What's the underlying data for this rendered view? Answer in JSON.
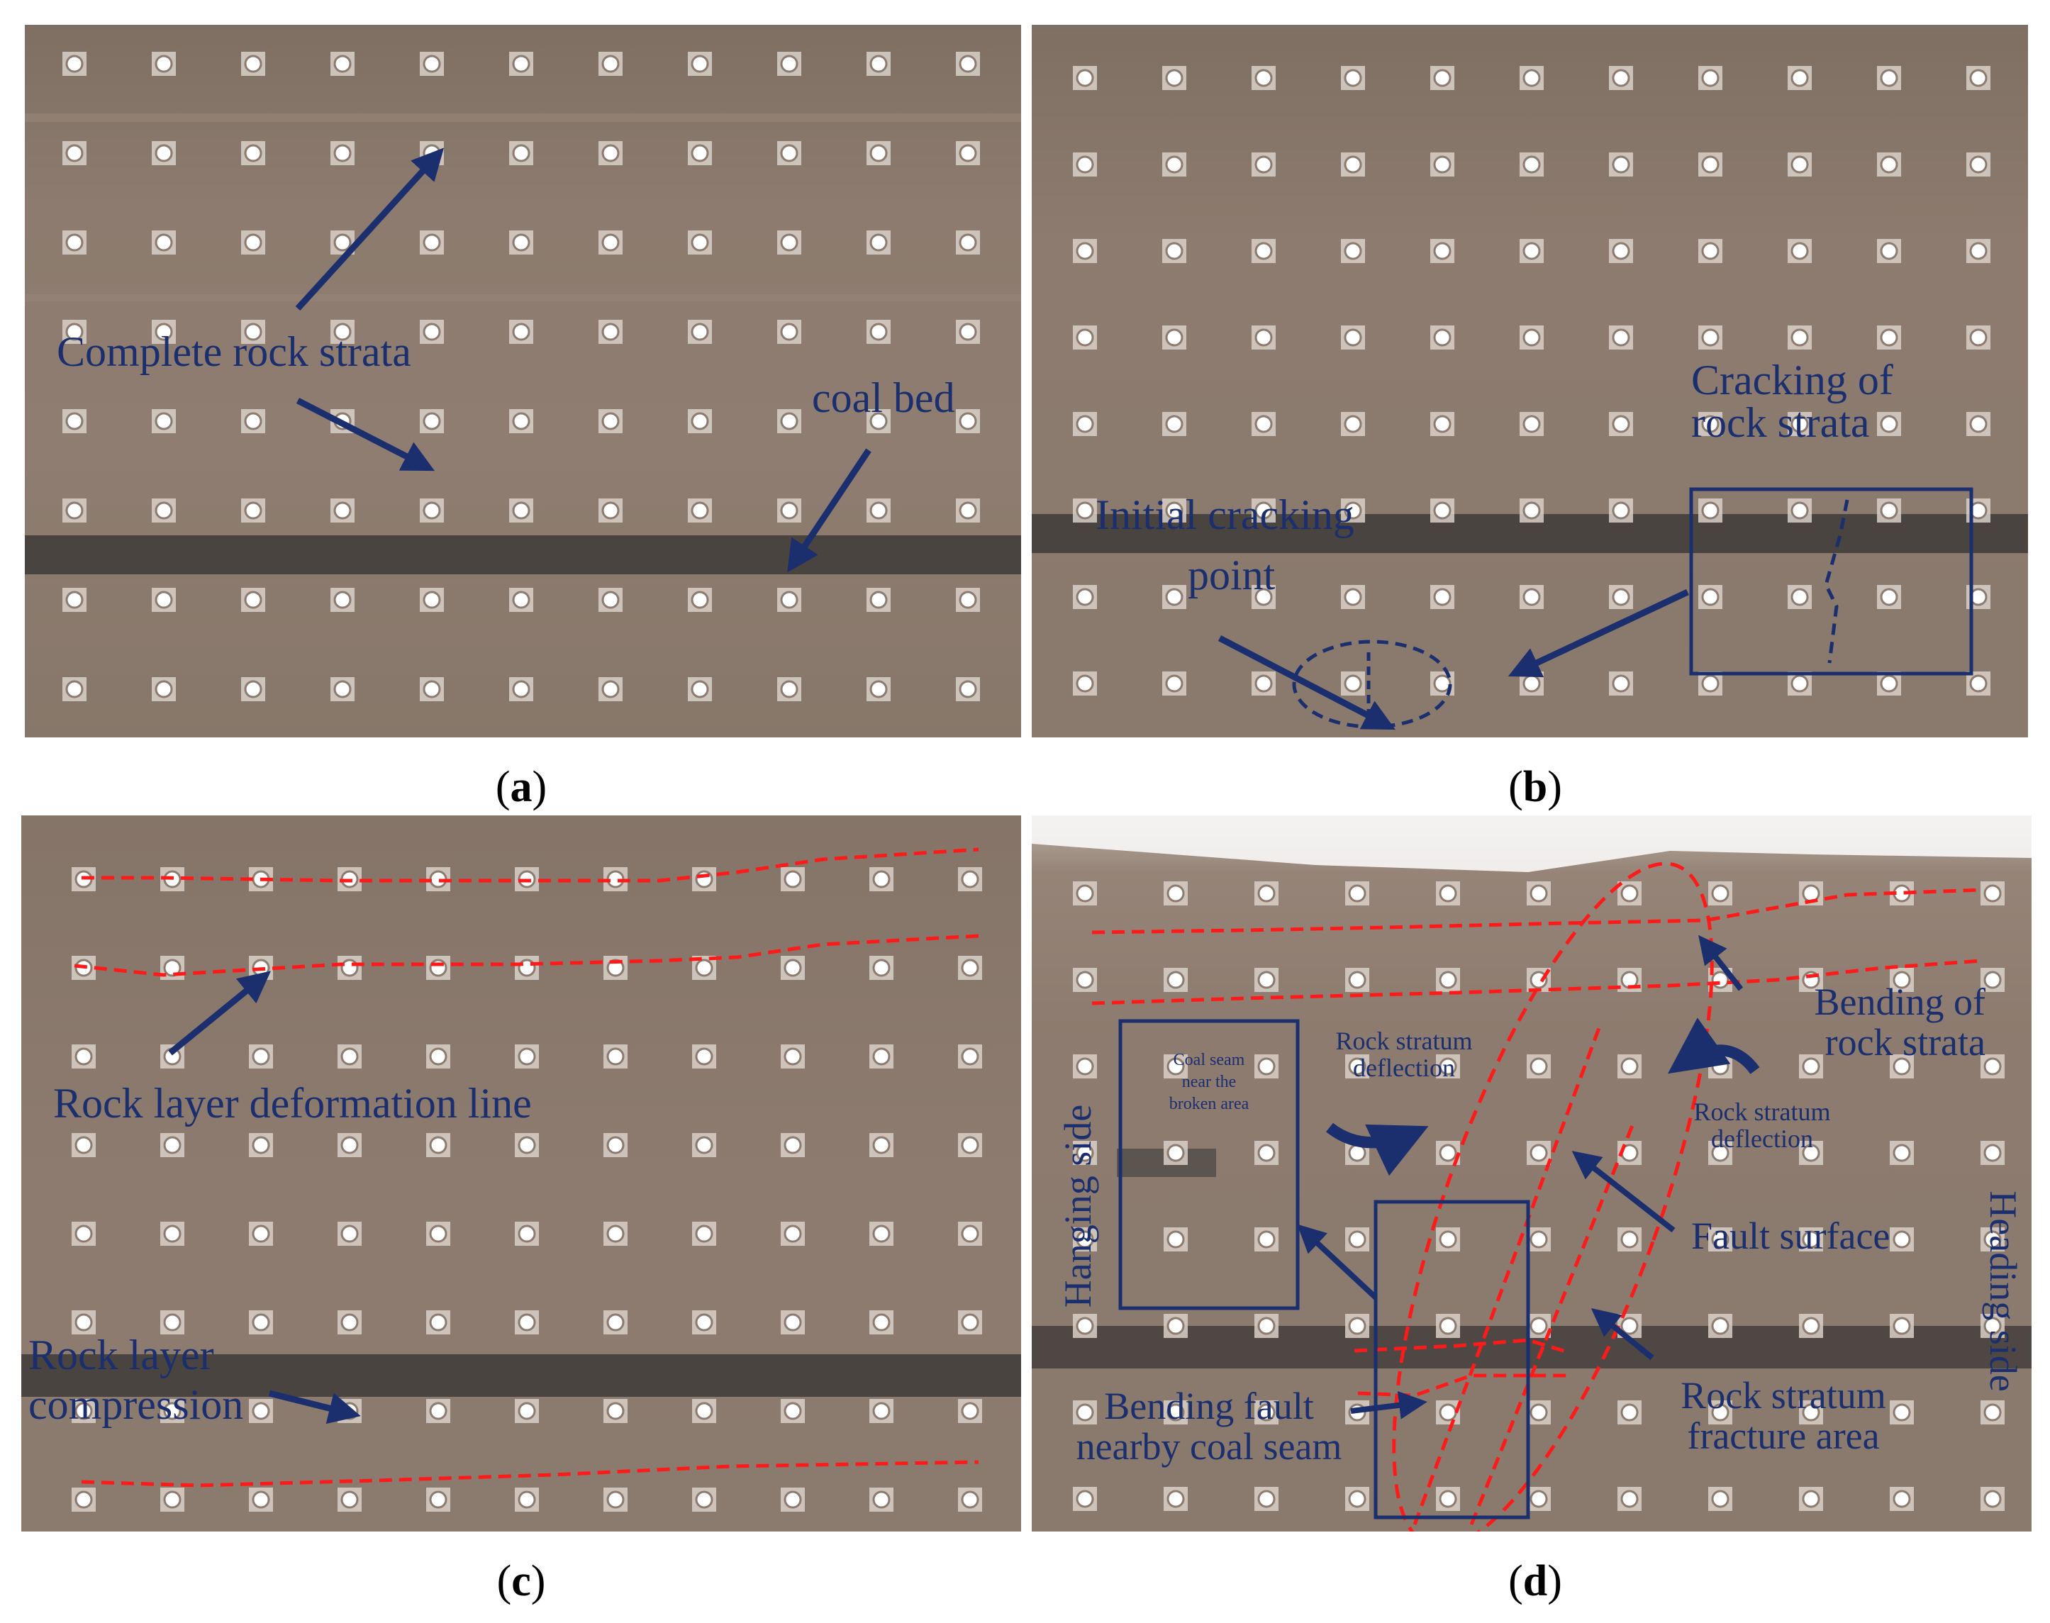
{
  "colors": {
    "rock": "#8a786a",
    "rock_light": "#9a897b",
    "coal": "#3e3b3a",
    "annotation": "#1b2f6e",
    "deformation_line": "#ff1a1a"
  },
  "panel_labels": {
    "a": [
      "(",
      "a",
      ")"
    ],
    "b": [
      "(",
      "b",
      ")"
    ],
    "c": [
      "(",
      "c",
      ")"
    ],
    "d": [
      "(",
      "d",
      ")"
    ]
  },
  "panel_a": {
    "complete_rock_strata": "Complete rock strata",
    "coal_bed": "coal bed"
  },
  "panel_b": {
    "cracking_line1": "Cracking of",
    "cracking_line2": "rock strata",
    "initial_line1": "Initial cracking",
    "initial_line2": "point"
  },
  "panel_c": {
    "deformation_line": "Rock layer deformation line",
    "compression_line1": "Rock layer",
    "compression_line2": "compression"
  },
  "panel_d": {
    "coal_seam_box_line1": "Coal seam",
    "coal_seam_box_line2": "near the",
    "coal_seam_box_line3": "broken area",
    "deflection_left_line1": "Rock stratum",
    "deflection_left_line2": "deflection",
    "deflection_right_line1": "Rock stratum",
    "deflection_right_line2": "deflection",
    "bending_strata_line1": "Bending of",
    "bending_strata_line2": "rock strata",
    "fault_surface": "Fault surface",
    "hanging_side": "Hanging side",
    "heading_side": "Heading side",
    "bending_fault_line1": "Bending fault",
    "bending_fault_line2": "nearby coal seam",
    "fracture_line1": "Rock stratum",
    "fracture_line2": "fracture area"
  }
}
